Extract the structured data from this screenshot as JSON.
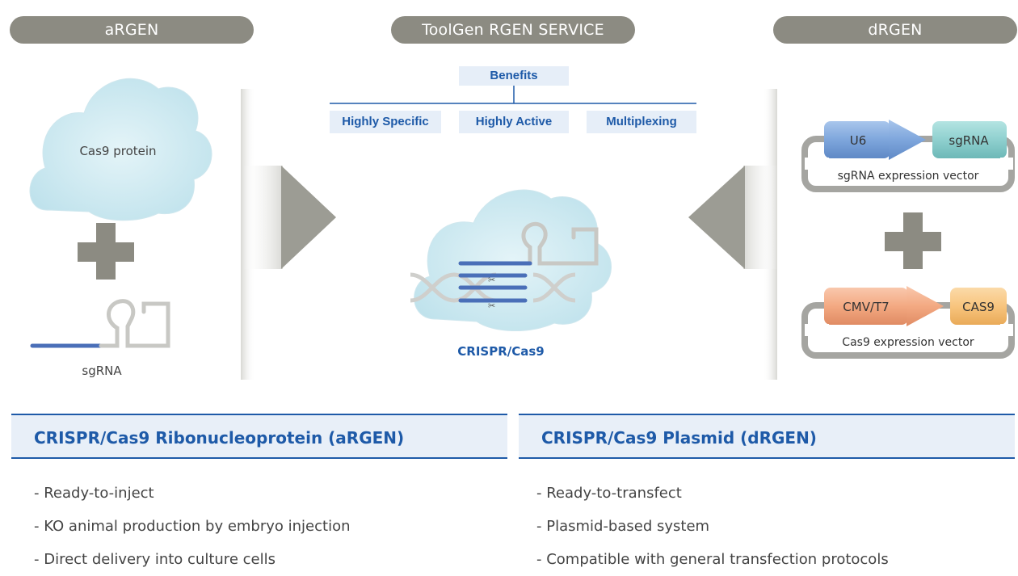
{
  "headers": {
    "left": "aRGEN",
    "center": "ToolGen RGEN SERVICE",
    "right": "dRGEN"
  },
  "left_column": {
    "protein_label": "Cas9 protein",
    "rna_label": "sgRNA"
  },
  "center_column": {
    "benefits_title": "Benefits",
    "benefits": [
      "Highly Specific",
      "Highly Active",
      "Multiplexing"
    ],
    "complex_label": "CRISPR/Cas9"
  },
  "right_column": {
    "vector1": {
      "promoter": "U6",
      "gene": "sgRNA",
      "caption": "sgRNA expression vector"
    },
    "vector2": {
      "promoter": "CMV/T7",
      "gene": "CAS9",
      "caption": "Cas9 expression vector"
    }
  },
  "panels": {
    "left": {
      "title": "CRISPR/Cas9 Ribonucleoprotein (aRGEN)",
      "items": [
        "- Ready-to-inject",
        "- KO animal production by embryo injection",
        "- Direct delivery into culture cells"
      ]
    },
    "right": {
      "title": "CRISPR/Cas9 Plasmid (dRGEN)",
      "items": [
        "- Ready-to-transfect",
        "- Plasmid-based system",
        "- Compatible with general transfection protocols"
      ]
    }
  },
  "colors": {
    "header_gray": "#8c8b82",
    "accent_blue": "#1e5aa8",
    "cloud_blue": "#c9e6ee",
    "promoter_blue": "#7ea6dc",
    "sgrna_teal": "#8fd0cf",
    "cmv_salmon": "#f3a982",
    "cas9_orange": "#f8c57e"
  }
}
